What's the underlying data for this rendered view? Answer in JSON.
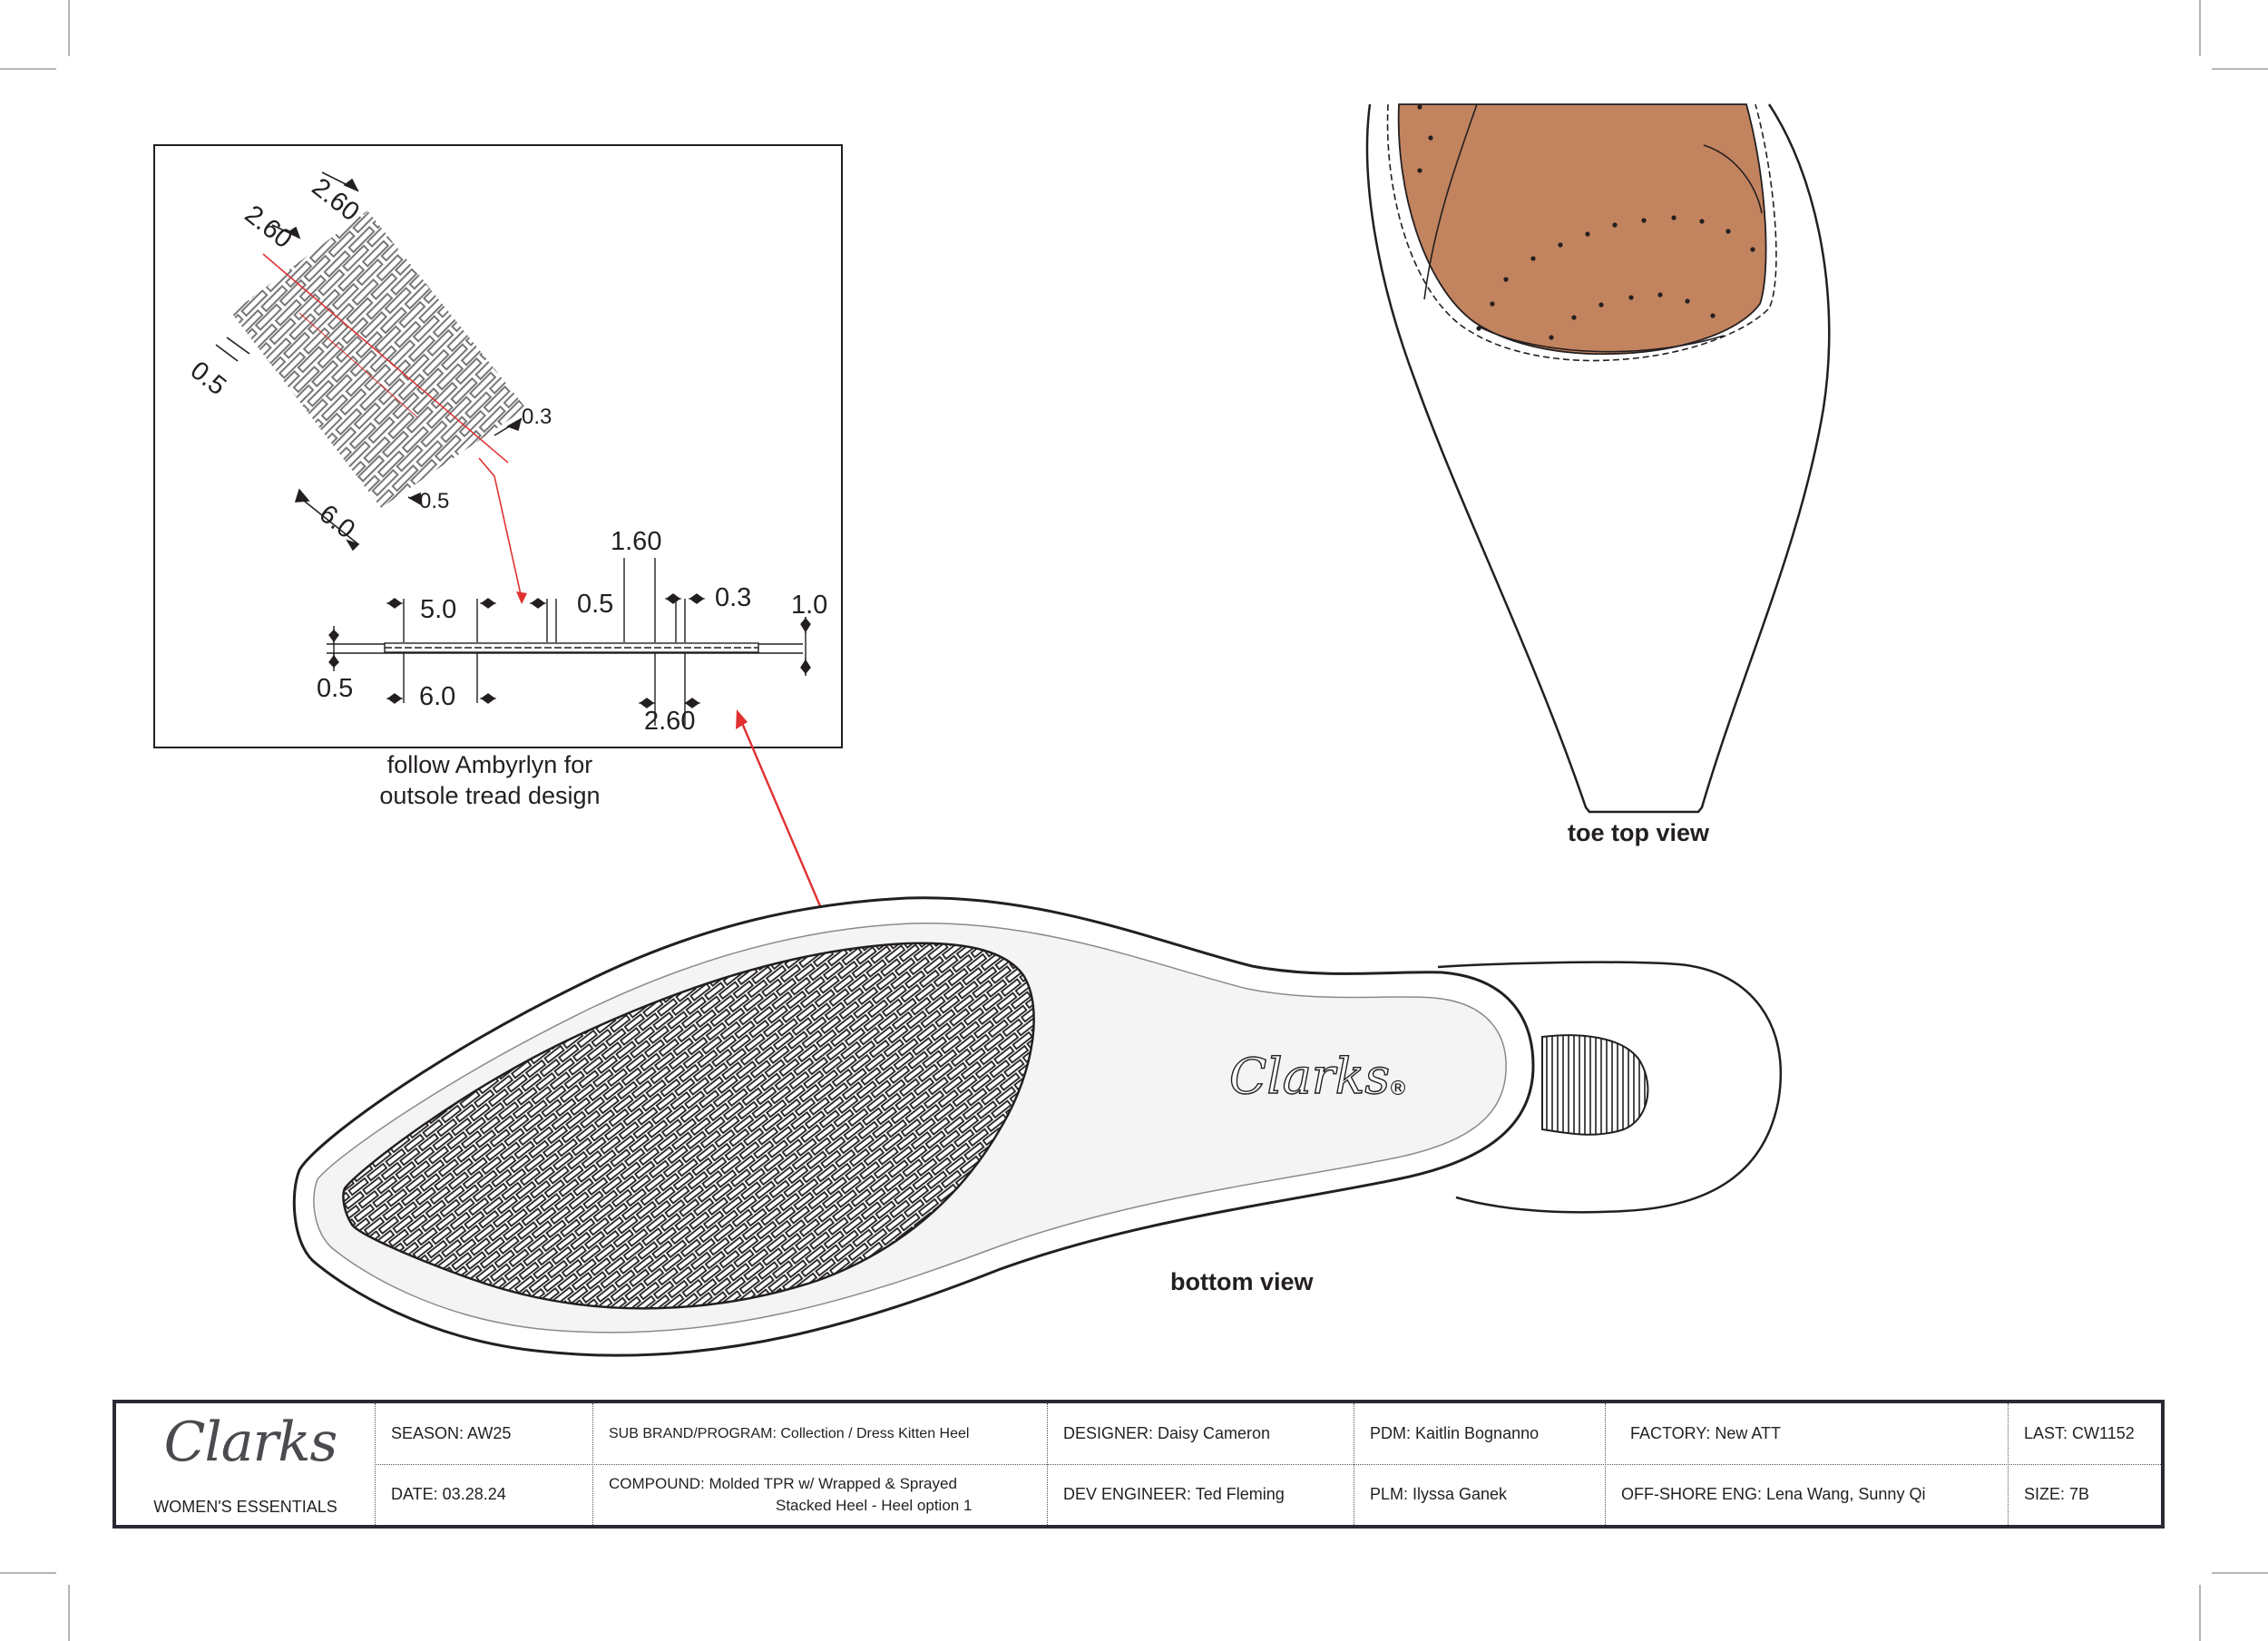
{
  "detail_box": {
    "dimensions": {
      "d_260_top": "2.60",
      "d_260_left": "2.60",
      "d_05_left": "0.5",
      "d_03_right": "0.3",
      "d_05_bottom": "0.5",
      "d_60_bottom": "6.0",
      "d_160": "1.60",
      "d_50": "5.0",
      "d_05_mid": "0.5",
      "d_03_mid": "0.3",
      "d_10": "1.0",
      "d_05_side": "0.5",
      "d_60_section": "6.0",
      "d_260_section": "2.60"
    },
    "note_line1": "follow Ambyrlyn for",
    "note_line2": "outsole tread design"
  },
  "views": {
    "toe_top_label": "toe top view",
    "bottom_label": "bottom view",
    "outsole_logo": "Clarks",
    "registered_mark": "®"
  },
  "title_block": {
    "logo_word": "Clarks",
    "logo_sub": "WOMEN'S ESSENTIALS",
    "season": "SEASON: AW25",
    "date": "DATE:  03.28.24",
    "sub_brand": "SUB BRAND/PROGRAM: Collection / Dress Kitten Heel",
    "compound_line1": "COMPOUND: Molded TPR w/ Wrapped & Sprayed",
    "compound_line2": "Stacked Heel - Heel option 1",
    "designer": "DESIGNER:  Daisy Cameron",
    "dev_engineer": "DEV ENGINEER:  Ted Fleming",
    "pdm": "PDM:  Kaitlin Bognanno",
    "plm": "PLM: Ilyssa Ganek",
    "factory": "FACTORY:  New ATT",
    "offshore_eng": "OFF-SHORE ENG: Lena Wang, Sunny Qi",
    "last": "LAST: CW1152",
    "size": "SIZE: 7B"
  },
  "colors": {
    "sock_lining": "#c2835f",
    "line": "#231f20",
    "leader": "#e03131",
    "title_border": "#2a2a35"
  }
}
